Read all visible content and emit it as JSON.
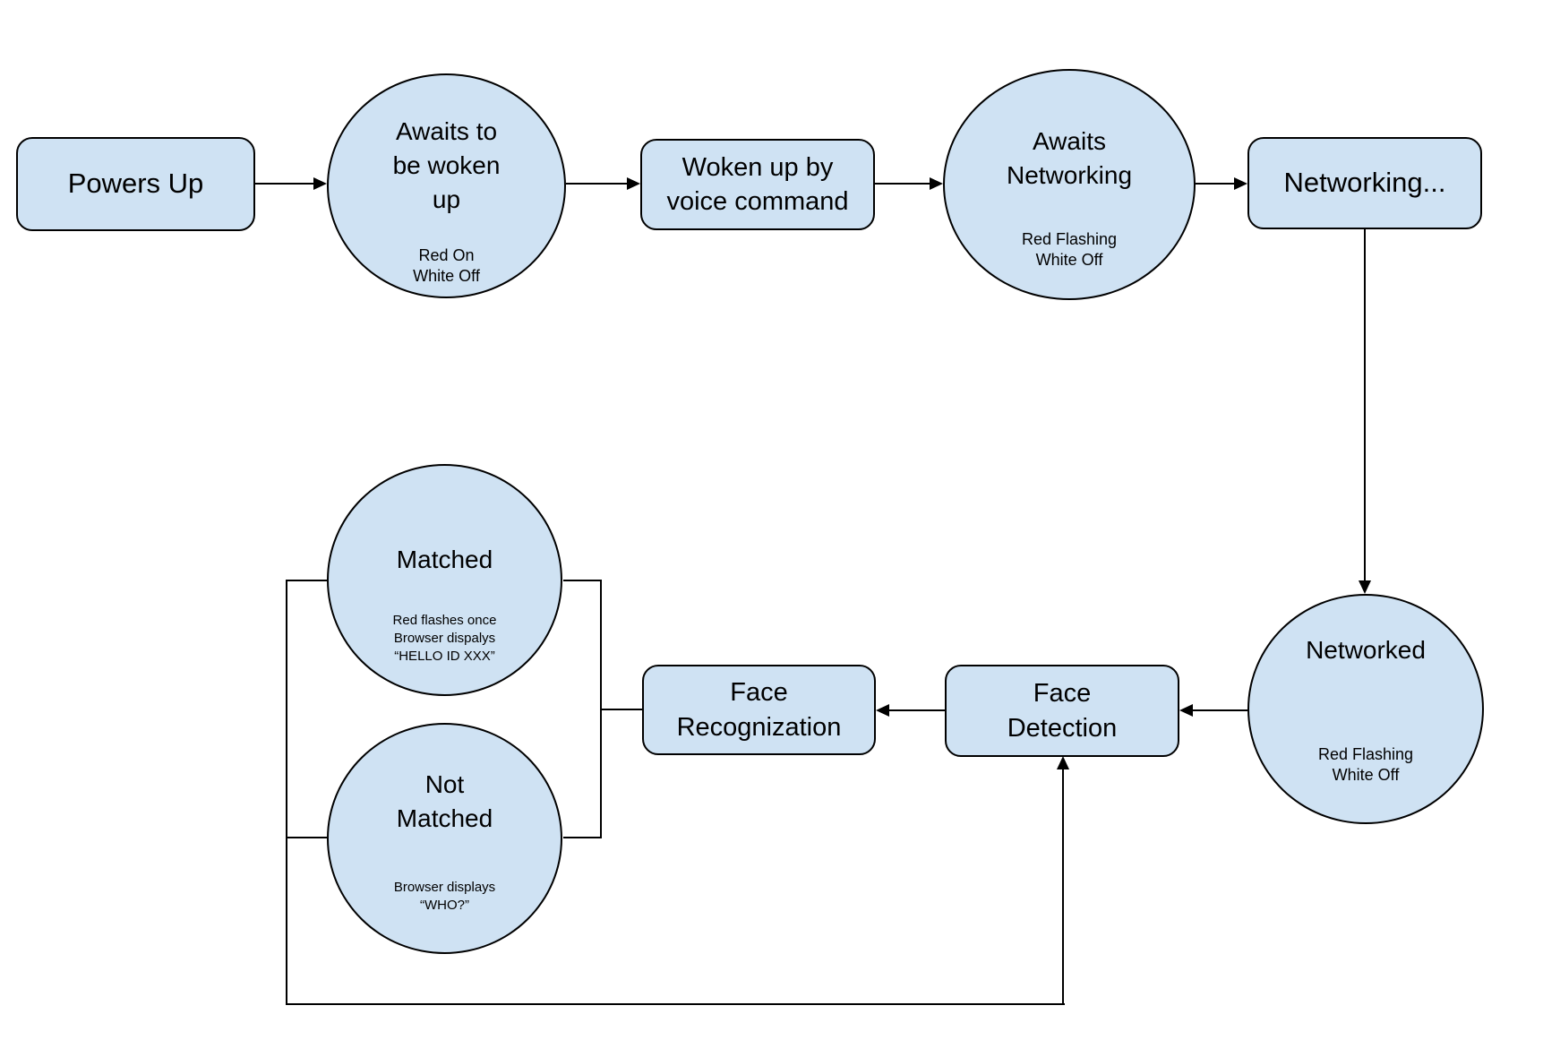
{
  "colors": {
    "background": "#ffffff",
    "node_fill": "#cfe2f3",
    "node_border": "#000000",
    "connector": "#000000",
    "text": "#000000"
  },
  "nodes": {
    "powers_up": {
      "shape": "rounded-rect",
      "label": "Powers Up"
    },
    "awaits_wake": {
      "shape": "circle",
      "label": "Awaits to\nbe woken\nup",
      "sublabel": "Red On\nWhite Off"
    },
    "woken_by_voice": {
      "shape": "rounded-rect",
      "label": "Woken up by\nvoice command"
    },
    "awaits_networking": {
      "shape": "circle",
      "label": "Awaits\nNetworking",
      "sublabel": "Red Flashing\nWhite Off"
    },
    "networking": {
      "shape": "rounded-rect",
      "label": "Networking..."
    },
    "networked": {
      "shape": "circle",
      "label": "Networked",
      "sublabel": "Red Flashing\nWhite Off"
    },
    "face_detection": {
      "shape": "rounded-rect",
      "label": "Face\nDetection"
    },
    "face_recognization": {
      "shape": "rounded-rect",
      "label": "Face\nRecognization"
    },
    "matched": {
      "shape": "circle",
      "label": "Matched",
      "sublabel": "Red flashes once\nBrowser dispalys\n“HELLO ID XXX”"
    },
    "not_matched": {
      "shape": "circle",
      "label": "Not\nMatched",
      "sublabel": "Browser displays\n“WHO?”"
    }
  },
  "edges": [
    {
      "from": "powers_up",
      "to": "awaits_wake",
      "arrow": true
    },
    {
      "from": "awaits_wake",
      "to": "woken_by_voice",
      "arrow": true
    },
    {
      "from": "woken_by_voice",
      "to": "awaits_networking",
      "arrow": true
    },
    {
      "from": "awaits_networking",
      "to": "networking",
      "arrow": true
    },
    {
      "from": "networking",
      "to": "networked",
      "arrow": true
    },
    {
      "from": "networked",
      "to": "face_detection",
      "arrow": true
    },
    {
      "from": "face_detection",
      "to": "face_recognization",
      "arrow": true
    },
    {
      "from": "face_recognization",
      "to": "matched",
      "arrow": false
    },
    {
      "from": "face_recognization",
      "to": "not_matched",
      "arrow": false
    },
    {
      "from": "matched",
      "to": "face_detection",
      "arrow": true
    },
    {
      "from": "not_matched",
      "to": "face_detection",
      "arrow": true
    }
  ]
}
